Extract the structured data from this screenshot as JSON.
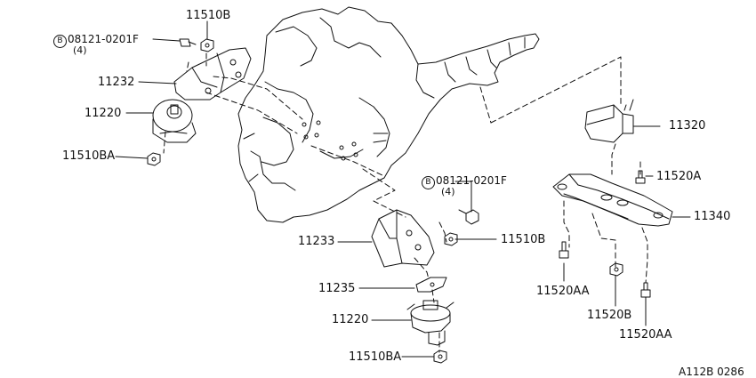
{
  "labels": {
    "p11510b_top": "11510B",
    "bolt_top": "08121-0201F",
    "bolt_top_qty": "(4)",
    "p11232": "11232",
    "p11220_left": "11220",
    "p11510ba_left": "11510BA",
    "p11320": "11320",
    "p11520a": "11520A",
    "bolt_mid": "08121-0201F",
    "bolt_mid_qty": "(4)",
    "p11340": "11340",
    "p11233": "11233",
    "p11510b_mid": "11510B",
    "p11520aa_left": "11520AA",
    "p11235": "11235",
    "p11520b": "11520B",
    "p11220_bottom": "11220",
    "p11520aa_right": "11520AA",
    "p11510ba_bottom": "11510BA",
    "circle_b": "B",
    "diagram_code": "A112B 0286"
  },
  "colors": {
    "line": "#111111",
    "background": "#ffffff"
  }
}
